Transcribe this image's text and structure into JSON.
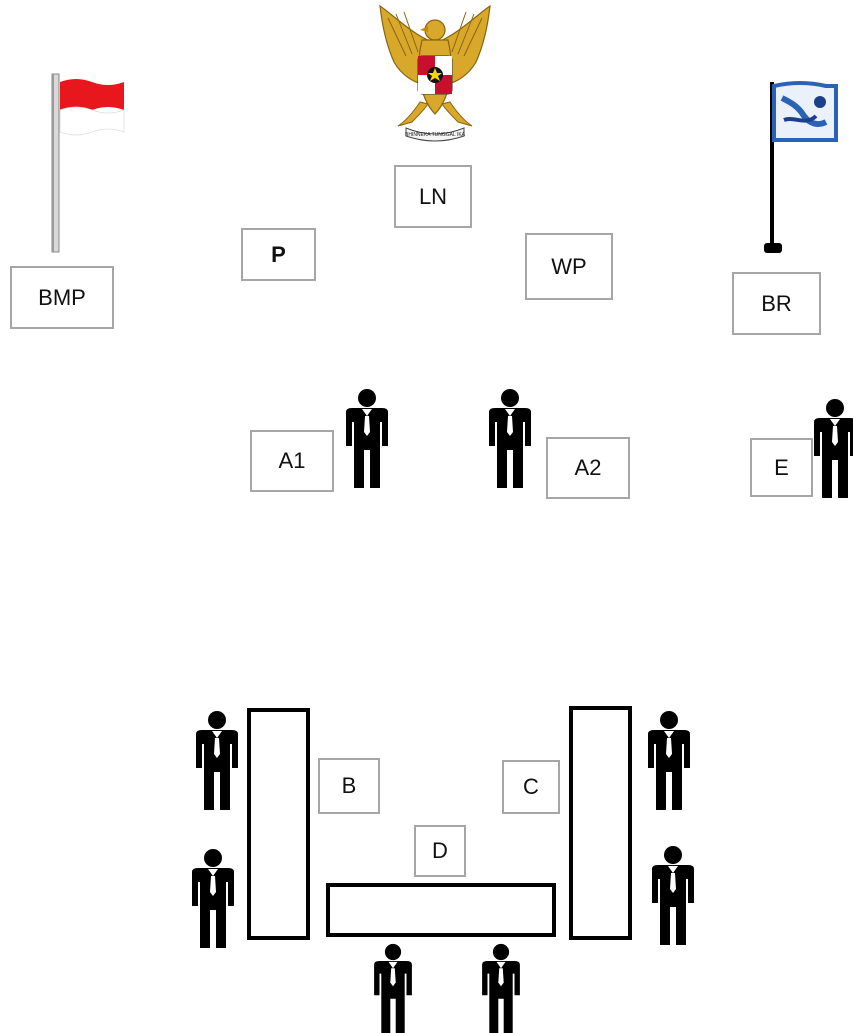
{
  "labels": {
    "bmp": "BMP",
    "p": "P",
    "ln": "LN",
    "wp": "WP",
    "br": "BR",
    "a1": "A1",
    "a2": "A2",
    "e": "E",
    "b": "B",
    "c": "C",
    "d": "D"
  },
  "emblem": {
    "motto": "BHINNEKA TUNGGAL IKA"
  },
  "colors": {
    "flag_red": "#e8171e",
    "flag_white": "#ffffff",
    "label_border": "#a6a6a6",
    "ink": "#000000"
  }
}
